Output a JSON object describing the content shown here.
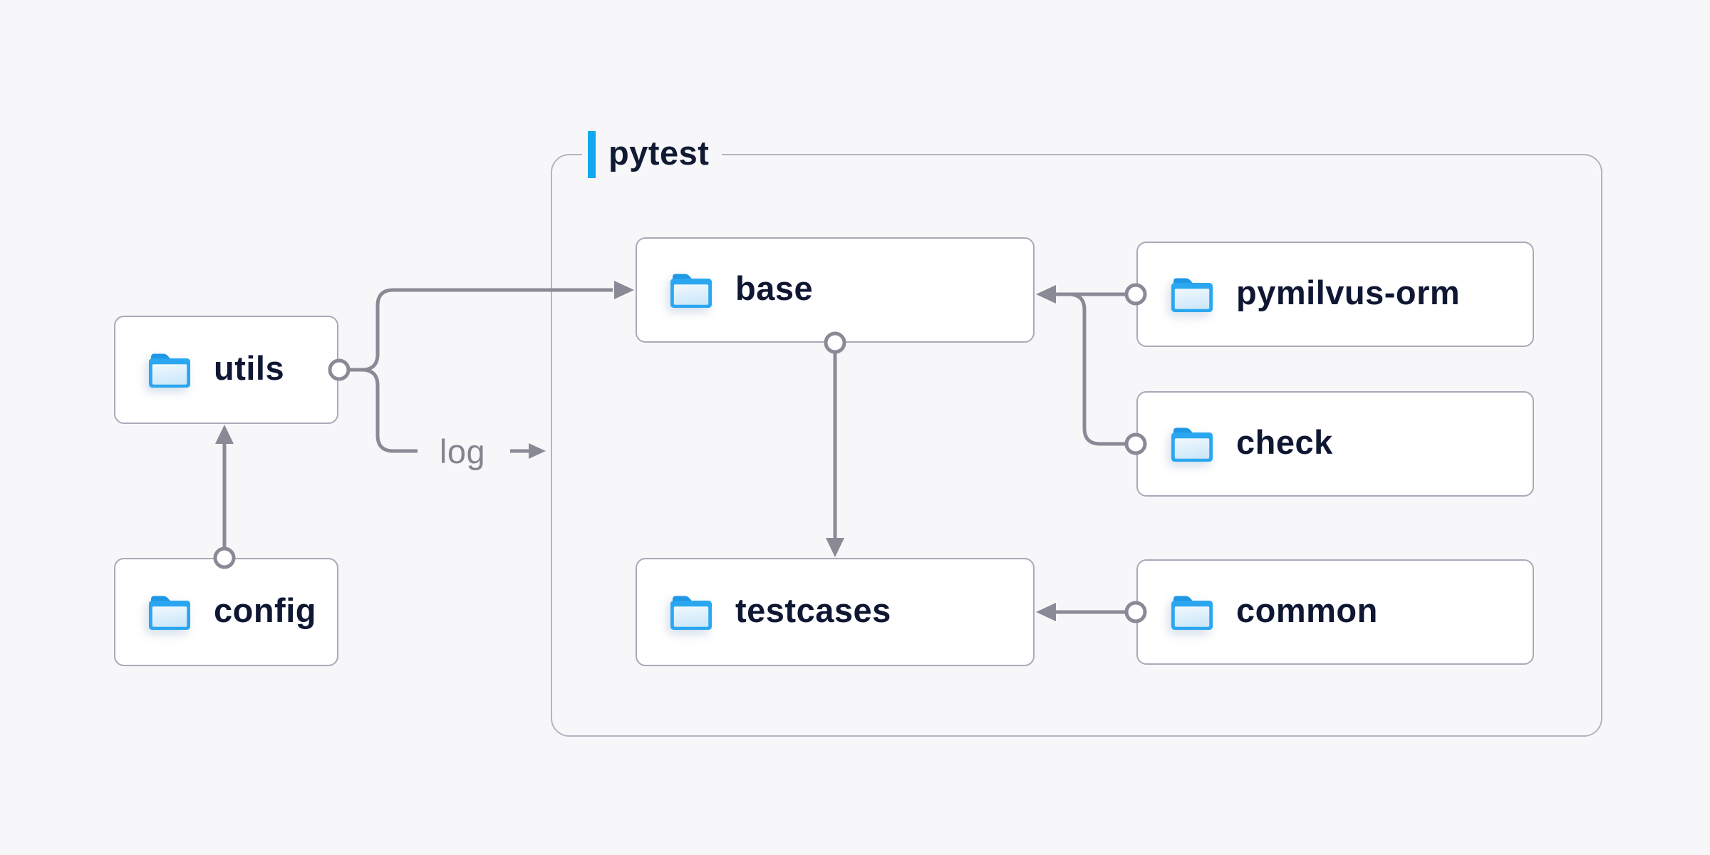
{
  "diagram": {
    "container": {
      "label": "pytest"
    },
    "nodes": [
      {
        "id": "utils",
        "label": "utils"
      },
      {
        "id": "config",
        "label": "config"
      },
      {
        "id": "base",
        "label": "base"
      },
      {
        "id": "pymilvus-orm",
        "label": "pymilvus-orm"
      },
      {
        "id": "check",
        "label": "check"
      },
      {
        "id": "testcases",
        "label": "testcases"
      },
      {
        "id": "common",
        "label": "common"
      }
    ],
    "edges": [
      {
        "from": "config",
        "to": "utils",
        "label": ""
      },
      {
        "from": "utils",
        "to": "base",
        "label": ""
      },
      {
        "from": "utils",
        "to": "log",
        "label": "log"
      },
      {
        "from": "pymilvus-orm",
        "to": "base",
        "label": ""
      },
      {
        "from": "check",
        "to": "base",
        "label": ""
      },
      {
        "from": "base",
        "to": "testcases",
        "label": ""
      },
      {
        "from": "common",
        "to": "testcases",
        "label": ""
      }
    ],
    "colors": {
      "background": "#f7f7f9",
      "accent_blue": "#12a8f1",
      "folder_blue": "#2aa7f0",
      "folder_tab_blue": "#1e97e4",
      "line_gray": "#8a8a97",
      "box_border": "#a9a9b9",
      "group_border": "#b4b4c2",
      "text_navy": "#0f1733",
      "label_gray": "#84848f",
      "node_background": "#ffffff"
    }
  }
}
